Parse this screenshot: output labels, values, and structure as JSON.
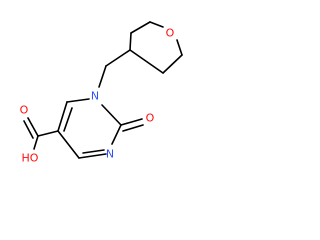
{
  "colors": {
    "bond": "#000000",
    "carbon": "#000000",
    "nitrogen": "#3050F8",
    "oxygen": "#FF0D0D"
  },
  "atoms": {
    "ring_oxygen": "O",
    "n1": "N",
    "carbonyl_oxygen": "O",
    "n3": "N",
    "hydroxyl": "HO",
    "acid_carbonyl_oxygen": "O"
  }
}
